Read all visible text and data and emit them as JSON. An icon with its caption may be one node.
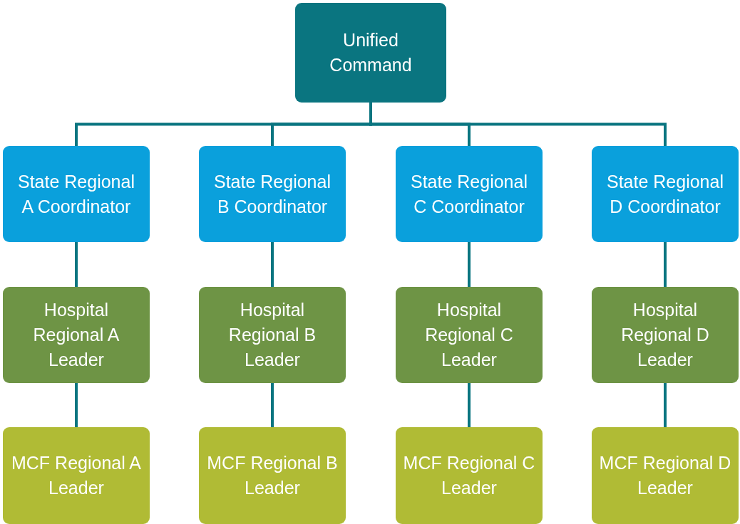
{
  "diagram": {
    "nodes": [
      {
        "text": [
          "Unified Command"
        ]
      },
      {
        "text": [
          "State Regional A Coordinator"
        ]
      },
      {
        "text": [
          "State Regional B Coordinator"
        ]
      },
      {
        "text": [
          "State Regional C Coordinator"
        ]
      },
      {
        "text": [
          "State Regional D Coordinator"
        ]
      },
      {
        "text": [
          "Hospital Regional A Leader"
        ]
      },
      {
        "text": [
          "Hospital Regional B Leader"
        ]
      },
      {
        "text": [
          "Hospital Regional C Leader"
        ]
      },
      {
        "text": [
          "Hospital Regional D Leader"
        ]
      },
      {
        "text": [
          "MCF Regional A Leader"
        ]
      },
      {
        "text": [
          "MCF Regional B Leader"
        ]
      },
      {
        "text": [
          "MCF Regional C Leader"
        ]
      },
      {
        "text": [
          "MCF Regional D Leader"
        ]
      }
    ],
    "edges": [
      {
        "from": 0,
        "to": 1,
        "arrow": "none"
      },
      {
        "from": 0,
        "to": 2,
        "arrow": "none"
      },
      {
        "from": 0,
        "to": 3,
        "arrow": "none"
      },
      {
        "from": 0,
        "to": 4,
        "arrow": "none"
      },
      {
        "from": 1,
        "to": 5,
        "arrow": "none"
      },
      {
        "from": 2,
        "to": 6,
        "arrow": "none"
      },
      {
        "from": 3,
        "to": 7,
        "arrow": "none"
      },
      {
        "from": 4,
        "to": 8,
        "arrow": "none"
      },
      {
        "from": 5,
        "to": 9,
        "arrow": "none"
      },
      {
        "from": 6,
        "to": 10,
        "arrow": "none"
      },
      {
        "from": 7,
        "to": 11,
        "arrow": "none"
      },
      {
        "from": 8,
        "to": 12,
        "arrow": "none"
      }
    ]
  }
}
